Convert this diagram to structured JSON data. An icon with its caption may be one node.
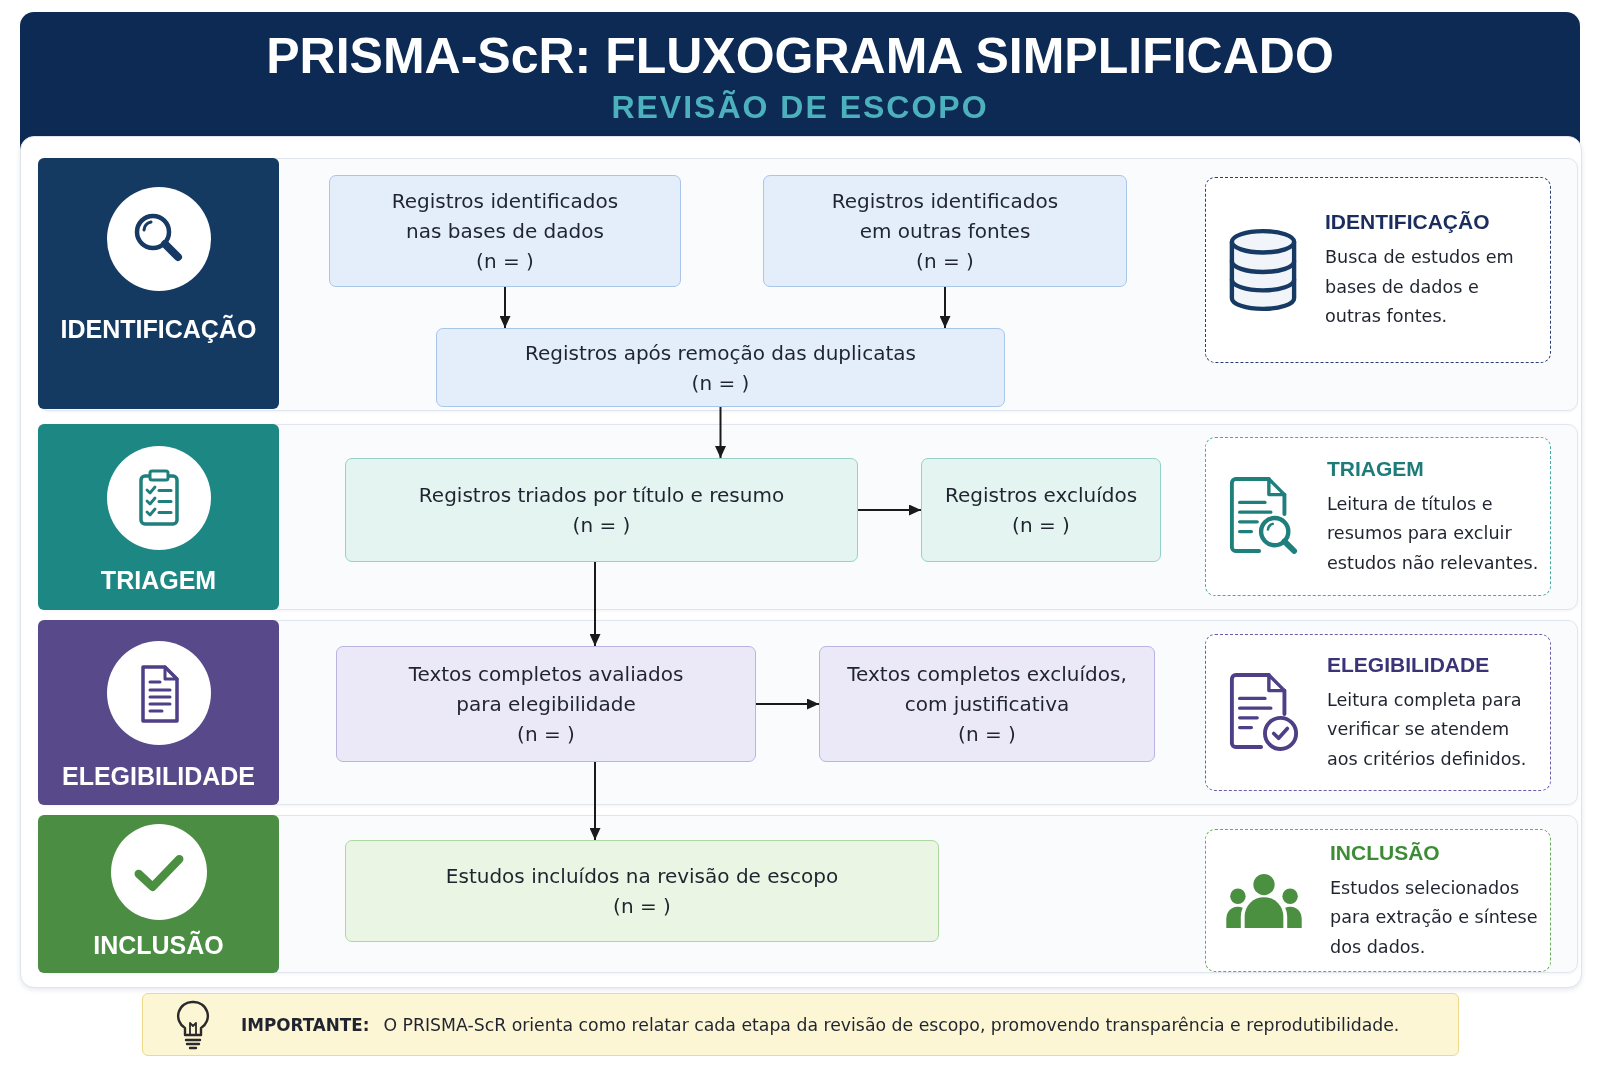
{
  "diagram": {
    "title": "PRISMA-ScR: FLUXOGRAMA SIMPLIFICADO",
    "nodes": [
      {
        "text": [],
        "shape": "box"
      },
      {
        "text": [
          "IDENTIFICAÇÃO"
        ],
        "in": 0
      },
      {
        "text": [
          "Registros identificados nas bases de dados",
          "(n = )"
        ],
        "in": 0
      },
      {
        "text": [
          "Registros identificados em outras fontes",
          "(n = )"
        ],
        "in": 0
      },
      {
        "text": [
          "IDENTIFICAÇÃO",
          "Busca de estudos em bases de dados e outras fontes."
        ],
        "in": 0
      },
      {
        "text": [
          "Registros após remoção das duplicatas",
          "(n = )"
        ],
        "in": 0
      },
      {
        "text": [],
        "shape": "box"
      },
      {
        "text": [
          "TRIAGEM"
        ],
        "in": 6
      },
      {
        "text": [
          "Registros triados por título e resumo",
          "(n = )"
        ],
        "in": 6
      },
      {
        "text": [
          "Registros excluídos",
          "(n = )"
        ],
        "in": 6
      },
      {
        "text": [
          "TRIAGEM",
          "Leitura de títulos e resumos para excluir estudos não relevantes."
        ],
        "in": 6
      },
      {
        "text": [],
        "shape": "box"
      },
      {
        "text": [
          "ELEGIBILIDADE"
        ],
        "in": 11
      },
      {
        "text": [
          "Textos completos avaliados para elegibilidade",
          "(n = )"
        ],
        "in": 11
      },
      {
        "text": [
          "Textos completos excluídos, com justificativa",
          "(n = )"
        ],
        "in": 11
      },
      {
        "text": [
          "ELEGIBILIDADE",
          "Leitura completa para verificar se atendem aos critérios definidos."
        ],
        "in": 11
      },
      {
        "text": [],
        "shape": "box"
      },
      {
        "text": [
          "INCLUSÃO"
        ],
        "in": 16
      },
      {
        "text": [
          "Estudos incluídos na revisão de escopo",
          "(n = )"
        ],
        "in": 16
      },
      {
        "text": [
          "INCLUSÃO",
          "Estudos selecionados para extração e síntese dos dados."
        ],
        "in": 16
      },
      {
        "text": [
          "IMPORTANTE:",
          "O PRISMA-ScR orienta como relatar cada etapa da revisão de escopo, promovendo transparência e reprodutibilidade."
        ]
      }
    ],
    "edges": [
      {
        "from": 2,
        "to": 5,
        "arrow": "to"
      },
      {
        "from": 3,
        "to": 5,
        "arrow": "to"
      },
      {
        "from": 5,
        "to": 8,
        "arrow": "to"
      },
      {
        "from": 8,
        "to": 9,
        "arrow": "to"
      },
      {
        "from": 8,
        "to": 13,
        "arrow": "to"
      },
      {
        "from": 13,
        "to": 14,
        "arrow": "to"
      },
      {
        "from": 13,
        "to": 18,
        "arrow": "to"
      }
    ],
    "labels": [
      "REVISÃO DE ESCOPO"
    ]
  }
}
